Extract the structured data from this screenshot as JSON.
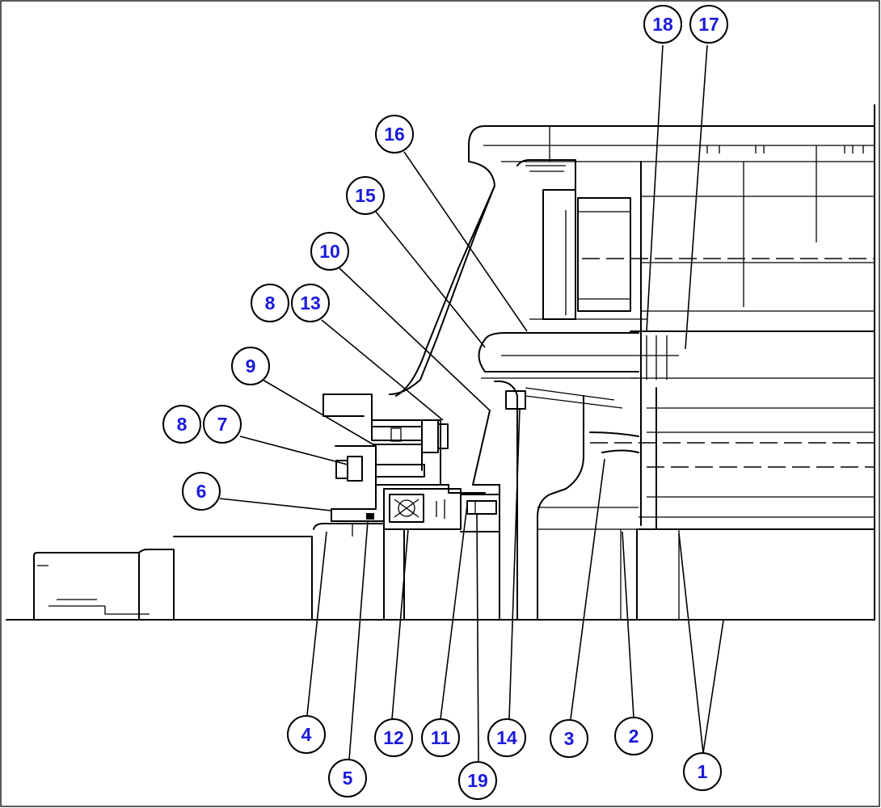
{
  "callouts": [
    {
      "id": "c18",
      "label": "18"
    },
    {
      "id": "c17",
      "label": "17"
    },
    {
      "id": "c16",
      "label": "16"
    },
    {
      "id": "c15",
      "label": "15"
    },
    {
      "id": "c10",
      "label": "10"
    },
    {
      "id": "c8a",
      "label": "8"
    },
    {
      "id": "c13",
      "label": "13"
    },
    {
      "id": "c9",
      "label": "9"
    },
    {
      "id": "c8b",
      "label": "8"
    },
    {
      "id": "c7",
      "label": "7"
    },
    {
      "id": "c6",
      "label": "6"
    },
    {
      "id": "c4",
      "label": "4"
    },
    {
      "id": "c5",
      "label": "5"
    },
    {
      "id": "c12",
      "label": "12"
    },
    {
      "id": "c11",
      "label": "11"
    },
    {
      "id": "c19",
      "label": "19"
    },
    {
      "id": "c14",
      "label": "14"
    },
    {
      "id": "c3",
      "label": "3"
    },
    {
      "id": "c2",
      "label": "2"
    },
    {
      "id": "c1",
      "label": "1"
    }
  ],
  "colors": {
    "callout_text": "#1a1adb",
    "line": "#000000",
    "background": "#ffffff"
  }
}
